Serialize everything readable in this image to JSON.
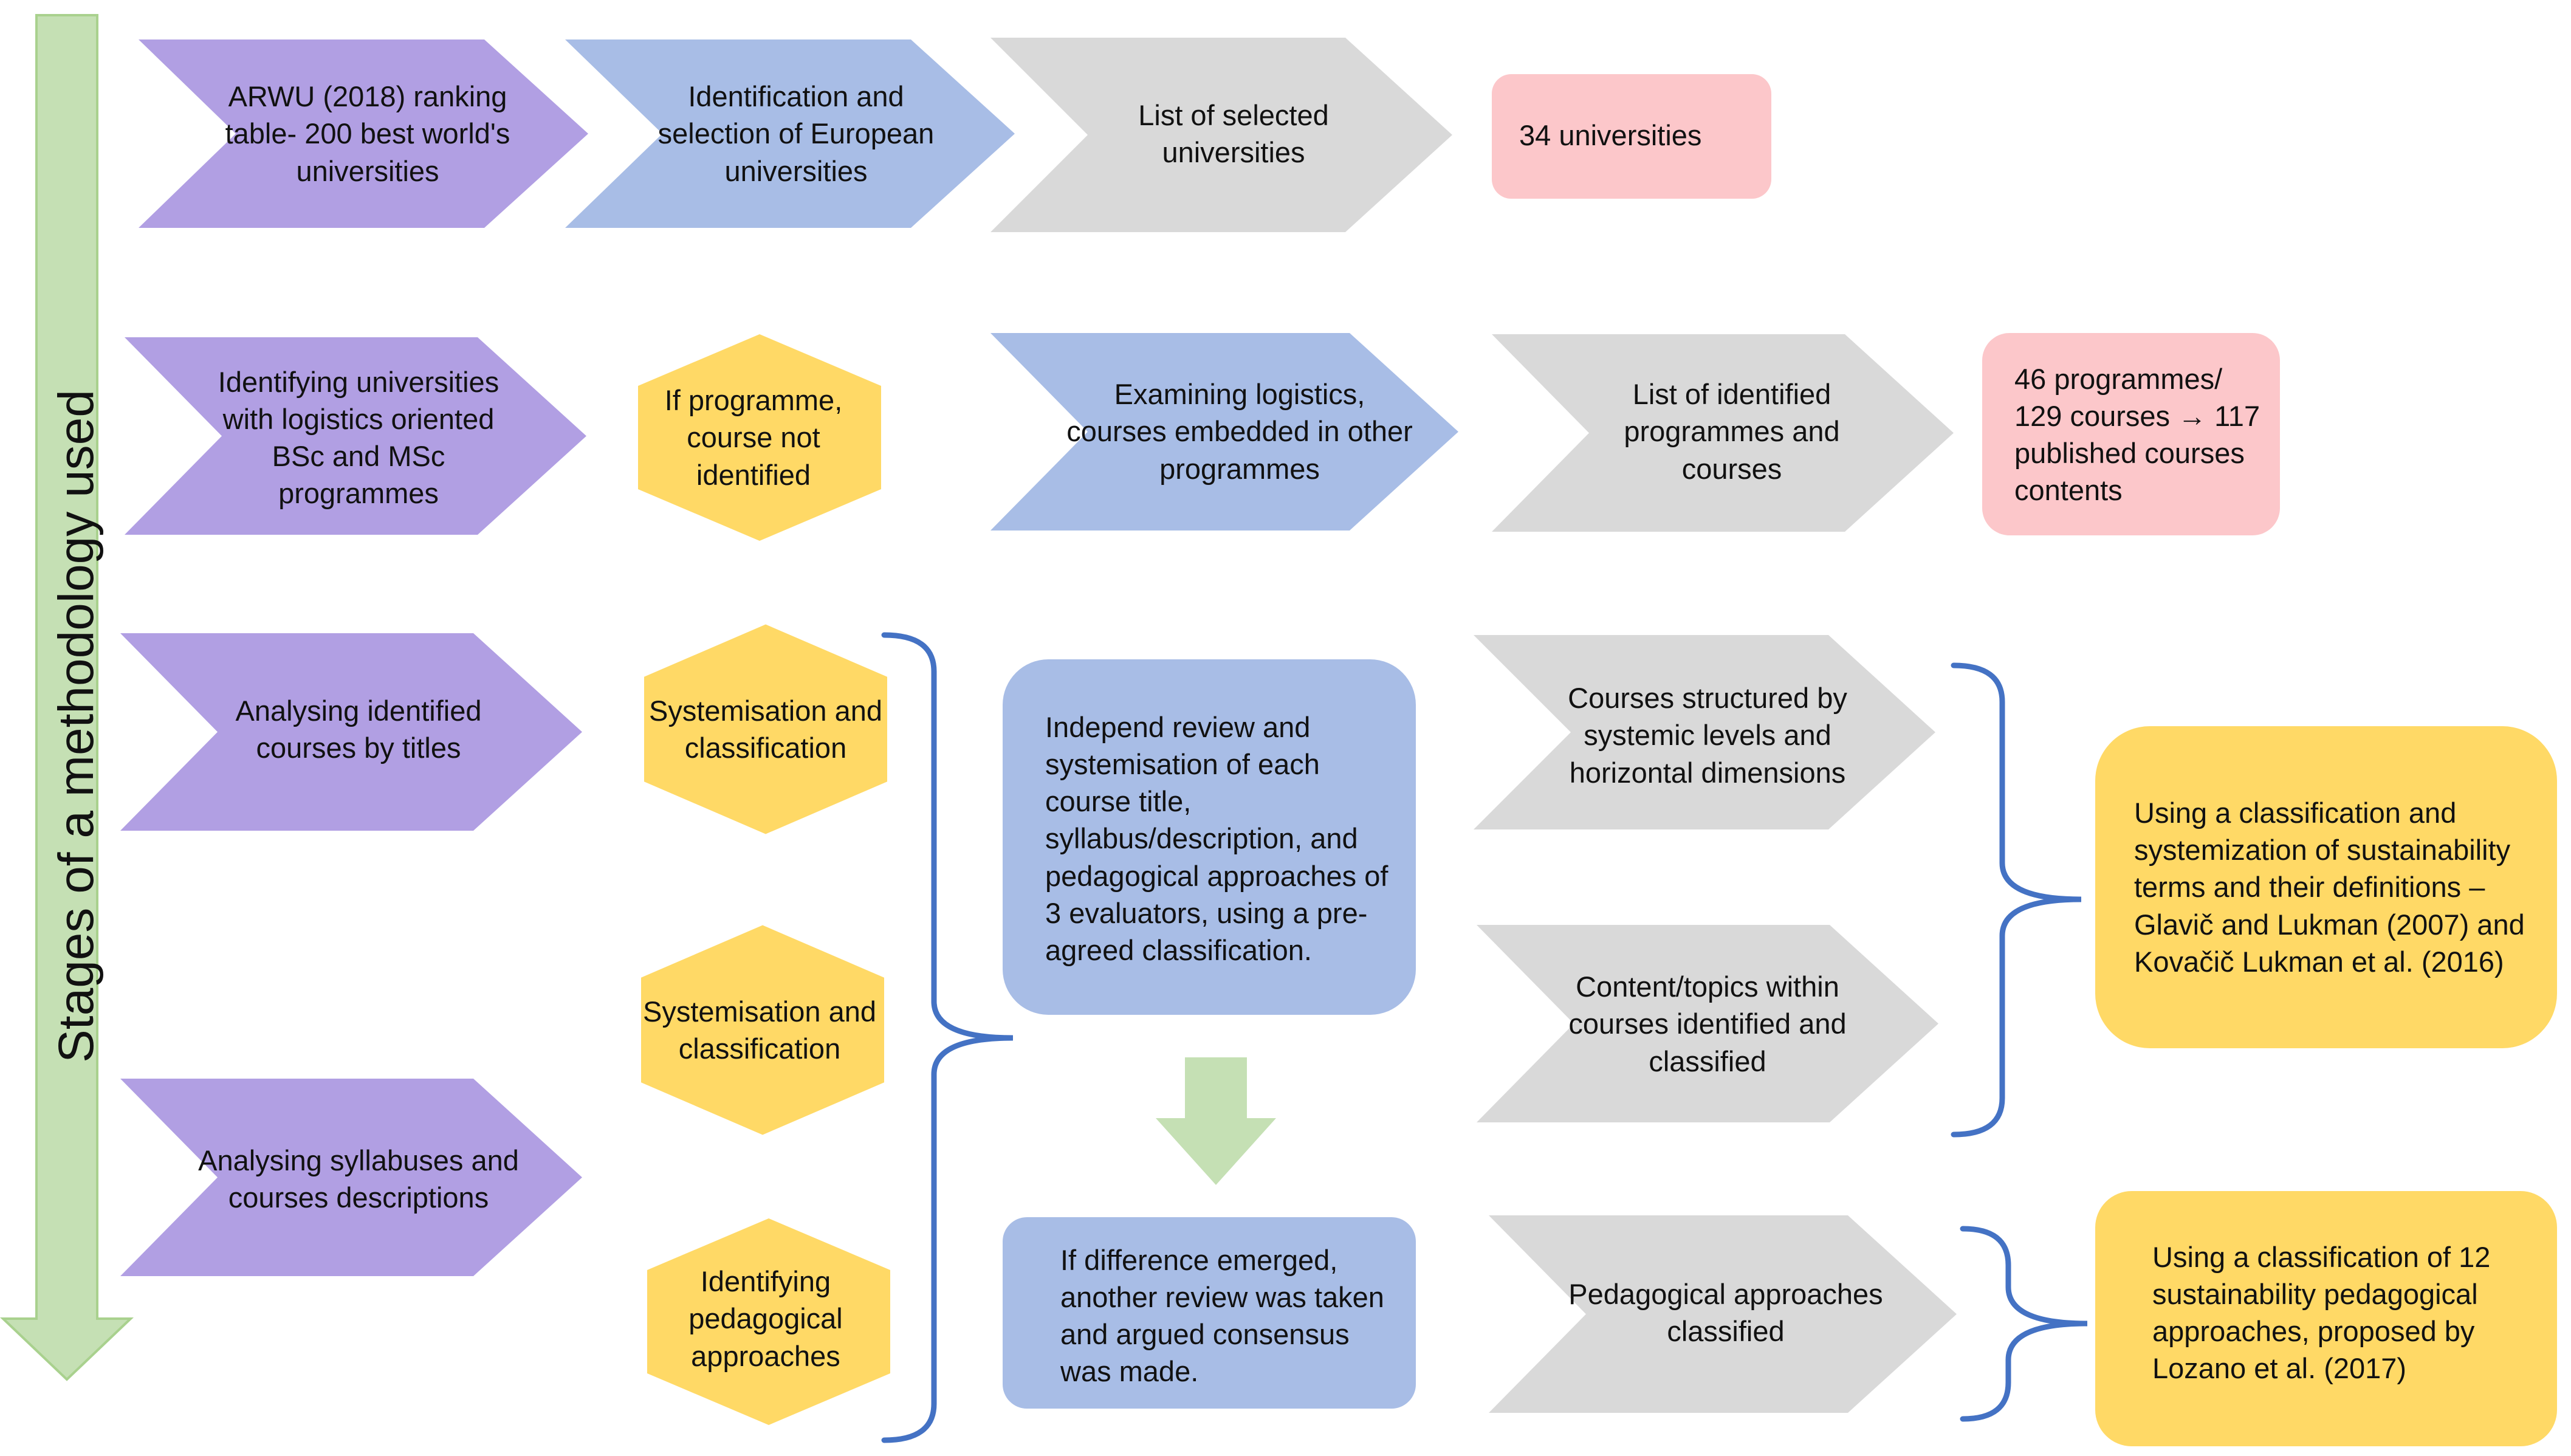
{
  "side_label": "Stages of a methodology used",
  "colors": {
    "purple": "#b19fe3",
    "blue": "#a8bde6",
    "gray": "#d9d9d9",
    "pink": "#fcc7ca",
    "yellow": "#ffd966",
    "green_arrow": "#c5e0b4",
    "bracket": "#4472c4"
  },
  "row1": {
    "ranking": "ARWU (2018) ranking table- 200 best world's universities",
    "identification": "Identification and selection of European universities",
    "list": "List of selected universities",
    "result": "34 universities"
  },
  "row2": {
    "identifying": "Identifying universities with logistics oriented BSc and MSc programmes",
    "condition": "If programme, course not identified",
    "examining": "Examining logistics, courses embedded in other programmes",
    "list": "List of identified programmes and courses",
    "result": "46 programmes/ 129 courses → 117 published courses contents"
  },
  "row3": {
    "analysing_titles": "Analysing identified courses by titles",
    "systemisation_1": "Systemisation and classification",
    "systemisation_2": "Systemisation and classification",
    "analysing_syllabuses": "Analysing syllabuses and courses descriptions",
    "pedagogical_id": "Identifying pedagogical approaches",
    "review": "Independ review and systemisation of each course title, syllabus/description, and pedagogical approaches of 3 evaluators, using a pre-agreed classification.",
    "difference": "If difference emerged, another review was taken and argued consensus was made.",
    "structured": "Courses structured by systemic levels and horizontal dimensions",
    "content": "Content/topics within courses identified and classified",
    "pedagogical_classified": "Pedagogical approaches classified",
    "sustainability_terms": "Using a classification and systemization of sustainability terms and their definitions – Glavič and Lukman (2007) and Kovačič Lukman et al. (2016)",
    "pedagogical_12": "Using a classification of 12 sustainability pedagogical approaches, proposed by Lozano et al. (2017)"
  }
}
